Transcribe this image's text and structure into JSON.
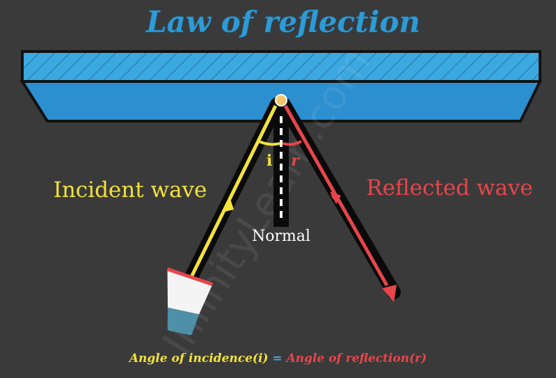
{
  "title": "Law of reflection",
  "labels": {
    "incident_wave": "Incident wave",
    "reflected_wave": "Reflected wave",
    "normal": "Normal",
    "angle_i": "i",
    "angle_r": "r"
  },
  "formula": {
    "left": "Angle of incidence(i)",
    "equals": "=",
    "right": "Angle of reflection(r)"
  },
  "watermark": "InfinityLearn.com",
  "colors": {
    "background": "#3a3a3a",
    "mirror_top": "#3ba8e0",
    "mirror_front": "#2c8fcf",
    "incident": "#f3e23a",
    "reflected": "#e8454a",
    "normal": "#ffffff",
    "title": "#2e9bd6"
  }
}
